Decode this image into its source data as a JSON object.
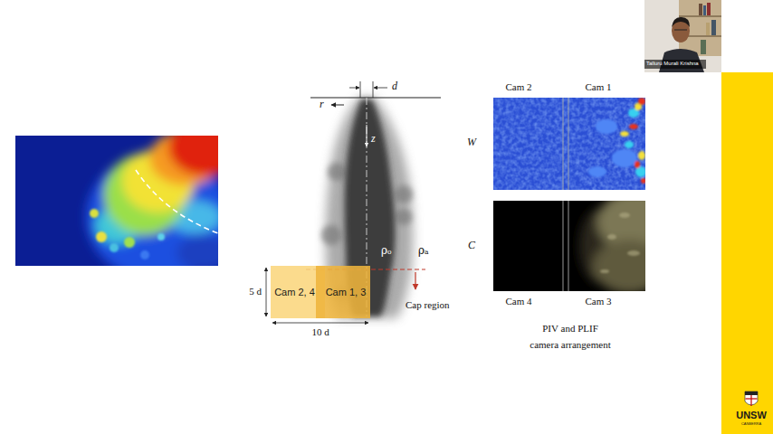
{
  "diagram": {
    "nodes": [
      {
        "text": [
          "Cam 2, 4"
        ]
      },
      {
        "text": [
          "Cam 1, 3"
        ]
      }
    ],
    "labels": [
      "r",
      "d",
      "z",
      "ρₒ",
      "ρₐ",
      "Cap region",
      "5 d",
      "10 d",
      "Cam 2",
      "Cam 1",
      "W",
      "C",
      "Cam 4",
      "Cam 3",
      "PIV and PLIF camera arrangement",
      "Talluru Murali Krishna",
      "UNSW",
      "CANBERRA"
    ]
  }
}
